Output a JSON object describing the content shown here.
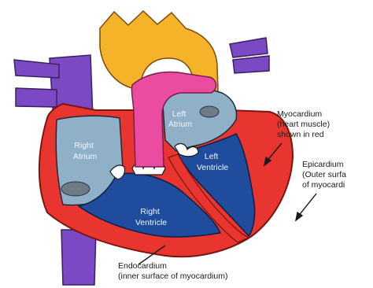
{
  "chambers": {
    "right_atrium": [
      "Right",
      "Atrium"
    ],
    "left_atrium": [
      "Left",
      "Atrium"
    ],
    "left_ventricle": [
      "Left",
      "Ventricle"
    ],
    "right_ventricle": [
      "Right",
      "Ventricle"
    ]
  },
  "callouts": {
    "myocardium": [
      "Myocardium",
      "(heart muscle)",
      "shown in red"
    ],
    "epicardium": [
      "Epicardium",
      "(Outer surfa",
      "of myocardi"
    ],
    "endocardium": [
      "Endocardium",
      "(inner surface of myocardium)"
    ]
  },
  "colors": {
    "vessels_purple": "#7b49c4",
    "aorta_orange": "#f5b32a",
    "pulmonary_pink": "#ea4c9f",
    "atrium_lightblue": "#8fb0c7",
    "ventricle_darkblue": "#1f4c9c",
    "myocardium_red": "#e8352f",
    "valve_gray": "#6e7b86"
  }
}
